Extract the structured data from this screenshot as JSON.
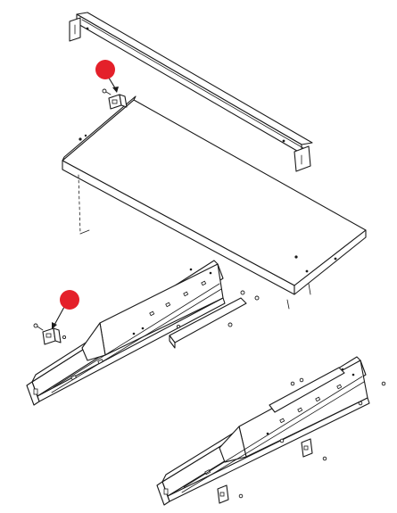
{
  "diagram": {
    "background": "#ffffff",
    "line_color": "#1a1a1a",
    "marker_color": "#e4202a",
    "parts": [
      "rear-support-bar",
      "shelf-panel",
      "upper-bracket",
      "left-side-rail",
      "lower-bracket",
      "right-side-rail"
    ],
    "markers": 2
  }
}
